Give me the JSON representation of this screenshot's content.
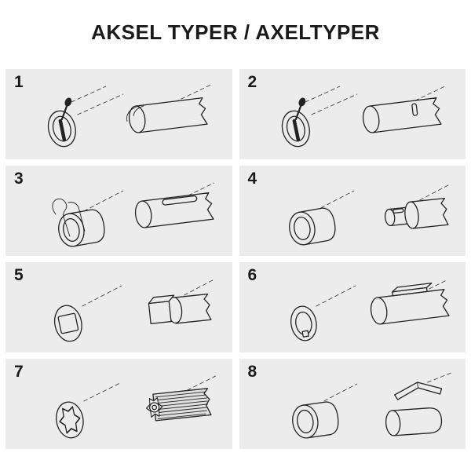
{
  "title": "AKSEL TYPER / AXELTYPER",
  "colors": {
    "background": "#ffffff",
    "cell_background": "#ececec",
    "line": "#222222",
    "text": "#1a1a1a"
  },
  "cells": [
    {
      "number": "1",
      "drawing": "bore-ring-with-linchpin-and-shaft-with-folded-tab"
    },
    {
      "number": "2",
      "drawing": "bore-ring-with-linchpin-and-shaft-with-pin-slot"
    },
    {
      "number": "3",
      "drawing": "tube-with-hairpin-clip-and-shaft-with-keyway-slot"
    },
    {
      "number": "4",
      "drawing": "tube-bore-and-stepped-shaft-with-slot"
    },
    {
      "number": "5",
      "drawing": "square-bore-tube-and-square-end-shaft"
    },
    {
      "number": "6",
      "drawing": "keyway-bore-tube-and-shaft-with-raised-key"
    },
    {
      "number": "7",
      "drawing": "splined-bore-tube-and-splined-shaft"
    },
    {
      "number": "8",
      "drawing": "round-bore-tube-and-cylinder-with-loose-wedge-key"
    }
  ]
}
